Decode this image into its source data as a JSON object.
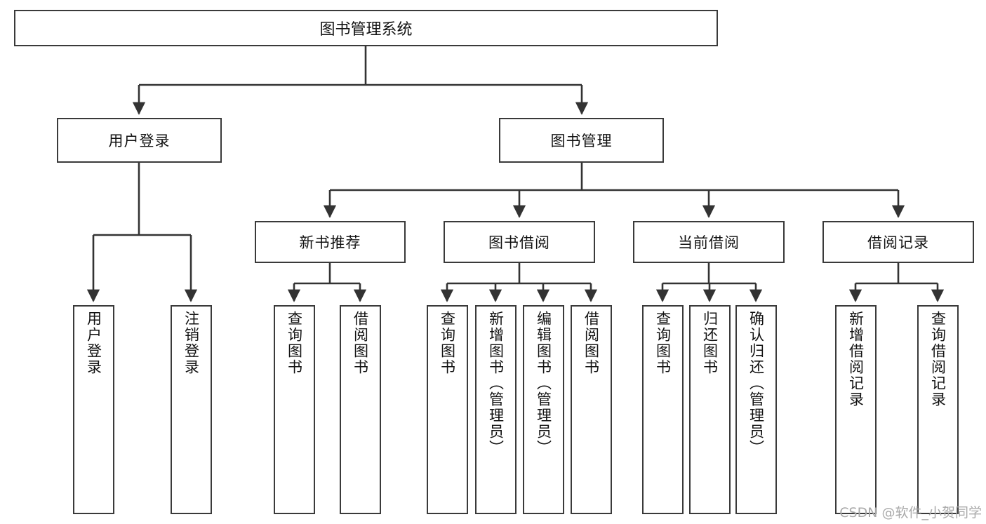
{
  "diagram": {
    "type": "tree",
    "title": "图书管理系统",
    "orientation": "top-down",
    "colors": {
      "box_border": "#3a3a3a",
      "box_fill": "#ffffff",
      "edge": "#333333",
      "text": "#111111",
      "watermark": "#a9a9a9"
    }
  },
  "nodes": {
    "root": {
      "label": "图书管理系统",
      "level": 1,
      "orientation": "horizontal"
    },
    "level2": [
      {
        "id": "user-login",
        "label": "用户登录",
        "orientation": "horizontal"
      },
      {
        "id": "book-manage",
        "label": "图书管理",
        "orientation": "horizontal"
      }
    ],
    "level3": [
      {
        "id": "new-book-rec",
        "label": "新书推荐",
        "orientation": "horizontal",
        "parent": "book-manage"
      },
      {
        "id": "book-borrow",
        "label": "图书借阅",
        "orientation": "horizontal",
        "parent": "book-manage"
      },
      {
        "id": "current-borrow",
        "label": "当前借阅",
        "orientation": "horizontal",
        "parent": "book-manage"
      },
      {
        "id": "borrow-record",
        "label": "借阅记录",
        "orientation": "horizontal",
        "parent": "book-manage"
      }
    ],
    "leaves": [
      {
        "id": "leaf-user-login",
        "label": "用户登录",
        "parent": "user-login",
        "orientation": "vertical"
      },
      {
        "id": "leaf-user-logout",
        "label": "注销登录",
        "parent": "user-login",
        "orientation": "vertical"
      },
      {
        "id": "leaf-query-book-1",
        "label": "查询图书",
        "parent": "new-book-rec",
        "orientation": "vertical"
      },
      {
        "id": "leaf-borrow-book-1",
        "label": "借阅图书",
        "parent": "new-book-rec",
        "orientation": "vertical"
      },
      {
        "id": "leaf-query-book-2",
        "label": "查询图书",
        "parent": "book-borrow",
        "orientation": "vertical"
      },
      {
        "id": "leaf-add-book",
        "label": "新增图书（管理员）",
        "parent": "book-borrow",
        "orientation": "vertical"
      },
      {
        "id": "leaf-edit-book",
        "label": "编辑图书（管理员）",
        "parent": "book-borrow",
        "orientation": "vertical"
      },
      {
        "id": "leaf-borrow-book-2",
        "label": "借阅图书",
        "parent": "book-borrow",
        "orientation": "vertical"
      },
      {
        "id": "leaf-query-book-3",
        "label": "查询图书",
        "parent": "current-borrow",
        "orientation": "vertical"
      },
      {
        "id": "leaf-return-book",
        "label": "归还图书",
        "parent": "current-borrow",
        "orientation": "vertical"
      },
      {
        "id": "leaf-confirm-return",
        "label": "确认归还（管理员）",
        "parent": "current-borrow",
        "orientation": "vertical"
      },
      {
        "id": "leaf-add-record",
        "label": "新增借阅记录",
        "parent": "borrow-record",
        "orientation": "vertical"
      },
      {
        "id": "leaf-query-record",
        "label": "查询借阅记录",
        "parent": "borrow-record",
        "orientation": "vertical"
      }
    ]
  },
  "watermark": {
    "text": "CSDN @软件_小贺同学"
  }
}
